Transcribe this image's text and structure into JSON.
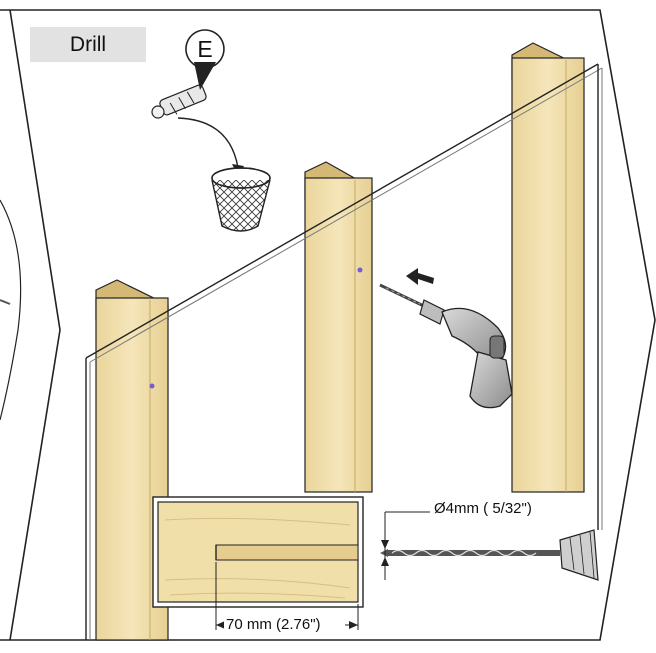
{
  "step": {
    "action_label": "Drill",
    "part_callout": "E"
  },
  "dimensions": {
    "drill_diameter": "Ø4mm ( 5/32\")",
    "drill_depth": "70 mm (2.76\")"
  },
  "icons": [
    "wall-anchor-icon",
    "waste-basket-icon",
    "power-drill-icon",
    "drill-bit-icon",
    "arrow-icon"
  ],
  "colors": {
    "wood_light": "#f1dfaa",
    "wood_dark": "#c9ae6d",
    "outline": "#222222",
    "label_bg": "#e2e2e2",
    "hole_mark": "#7a5ad0",
    "drill_gray": "#9a9a9a"
  }
}
